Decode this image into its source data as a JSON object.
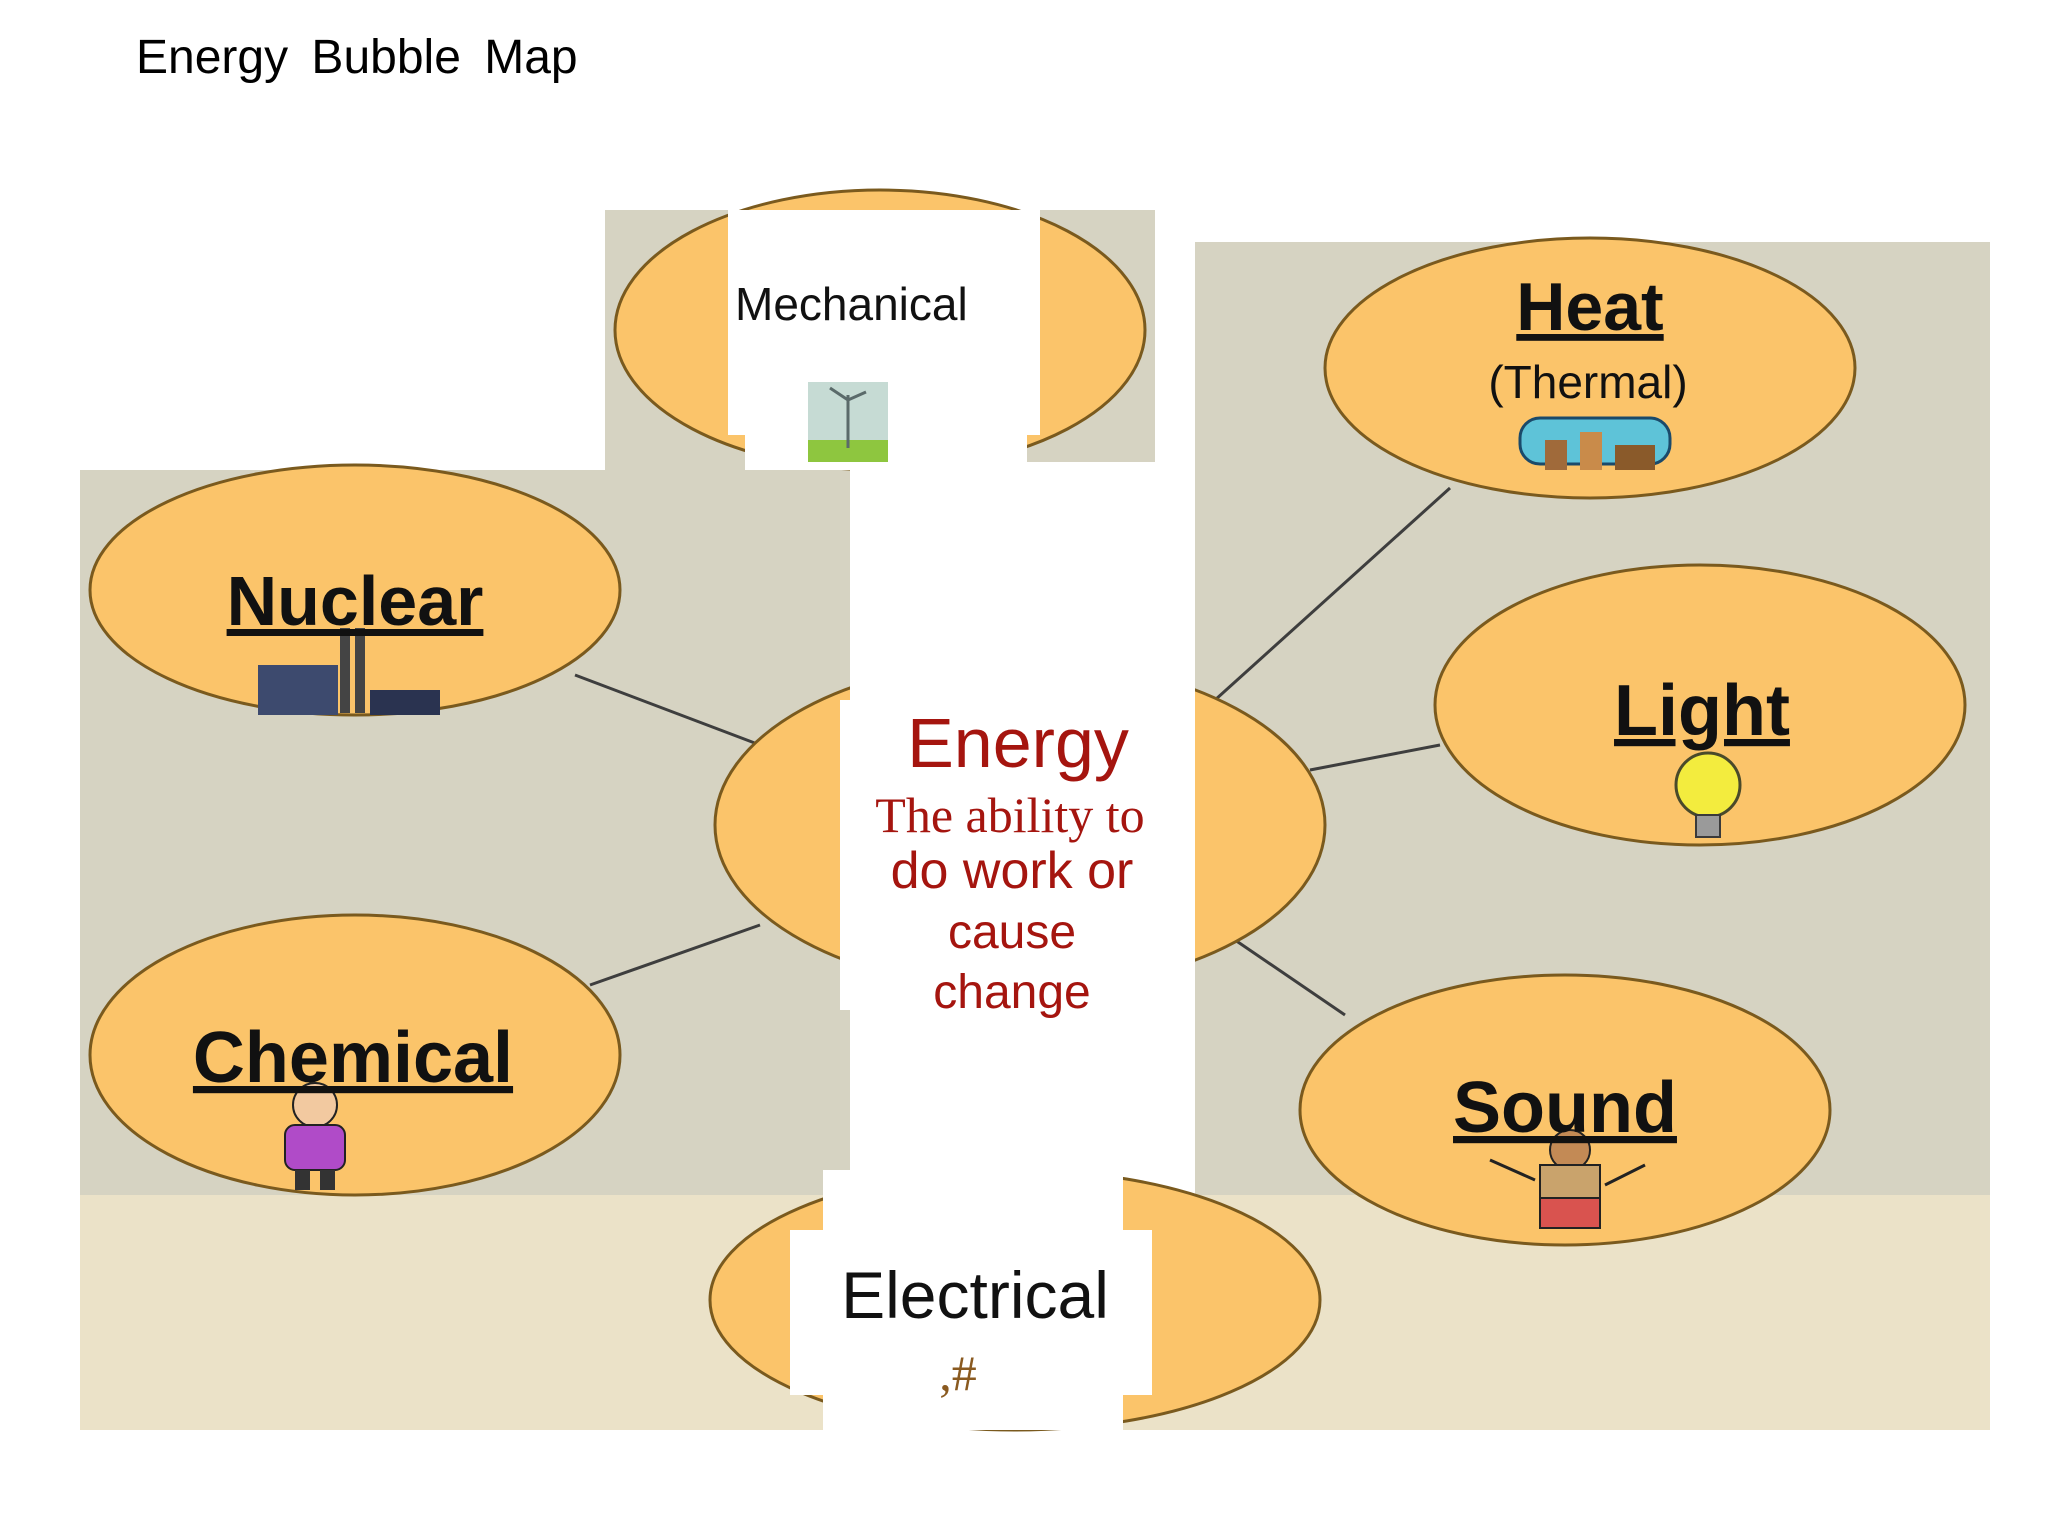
{
  "page": {
    "title": "Energy Bubble Map"
  },
  "center": {
    "title": "Energy",
    "line1": "The ability to",
    "line2": "do work or",
    "line3": "cause",
    "line4": "change"
  },
  "bubbles": {
    "mechanical": {
      "label": "Mechanical"
    },
    "heat": {
      "label": "Heat",
      "sublabel": "(Thermal)"
    },
    "nuclear": {
      "label": "Nuclear"
    },
    "light": {
      "label": "Light"
    },
    "chemical": {
      "label": "Chemical"
    },
    "sound": {
      "label": "Sound"
    },
    "electrical": {
      "label": "Electrical",
      "glyph": ",#"
    }
  },
  "colors": {
    "bubble_fill": "#fbc46a",
    "background_panel": "#d6d3c2",
    "center_text": "#a5150f"
  }
}
